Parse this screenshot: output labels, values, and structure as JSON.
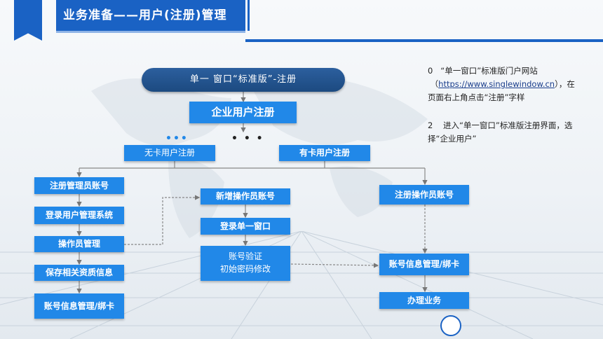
{
  "header": {
    "title": "业务准备——用户(注册)管理"
  },
  "flow": {
    "top": "单一 窗口“标准版”-注册",
    "enterprise": "企业用户注册",
    "dots_left": "•••",
    "dots_right": "• • •",
    "no_card": "无卡用户注册",
    "with_card": "有卡用户注册",
    "left": [
      "注册管理员账号",
      "登录用户管理系统",
      "操作员管理",
      "保存相关资质信息",
      "账号信息管理/绑卡"
    ],
    "middle": [
      "新增操作员账号",
      "登录单一窗口"
    ],
    "middle_verify": [
      "账号验证",
      "初始密码修改"
    ],
    "right": [
      "注册操作员账号",
      "账号信息管理/绑卡",
      "办理业务"
    ]
  },
  "notes": {
    "n1_num": "0",
    "n1_text_a": "“单一窗口”标准版门户网站",
    "n1_link": "https://www.singlewindow.cn",
    "n1_text_b": "），在页面右上角点击“注册”字样",
    "n1_open": "（",
    "n2_num": "2",
    "n2_text": "进入“单一窗口”标准版注册界面，选择“企业用户”"
  },
  "colors": {
    "primary": "#1a62c4",
    "box": "#2188e8",
    "pill": "#2c5f9e"
  }
}
